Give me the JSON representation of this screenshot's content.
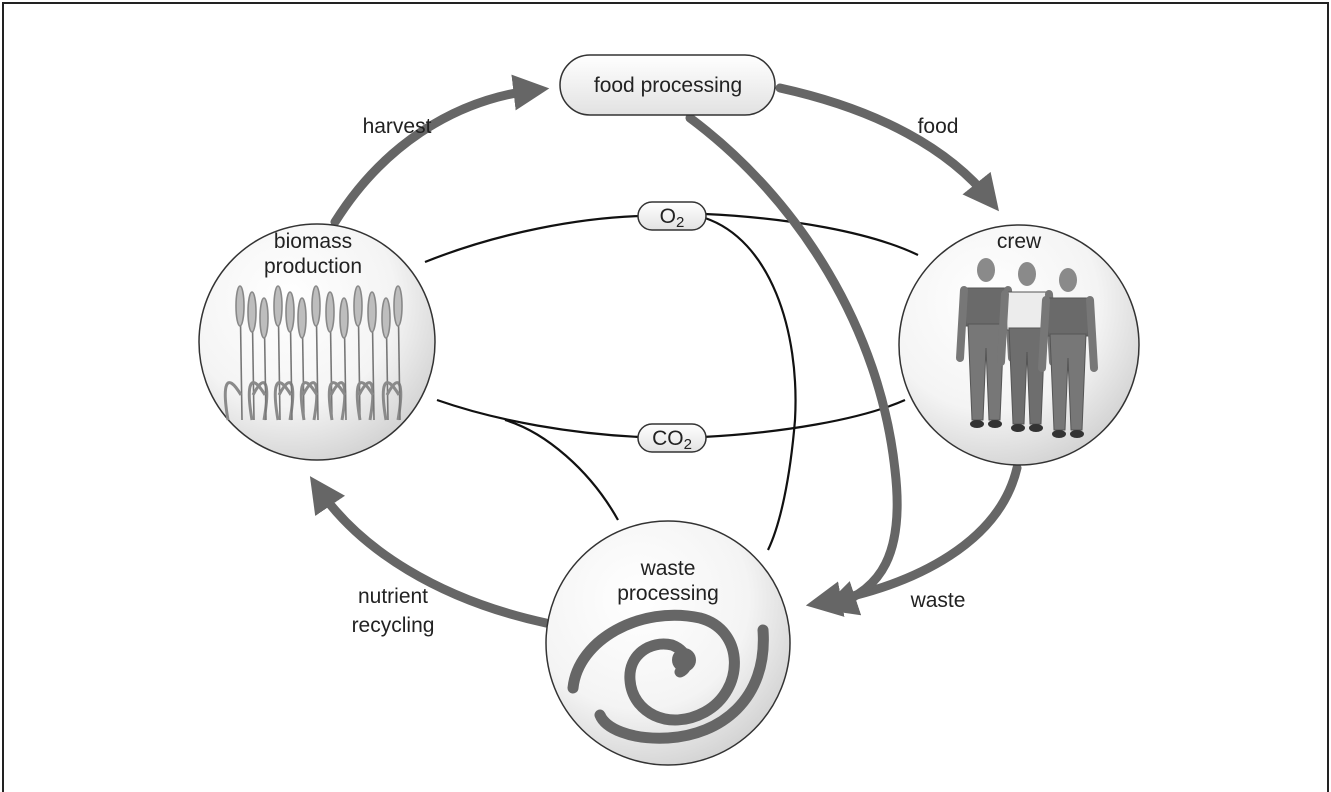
{
  "nodes": {
    "food_processing": "food processing",
    "biomass_line1": "biomass",
    "biomass_line2": "production",
    "crew": "crew",
    "waste_line1": "waste",
    "waste_line2": "processing"
  },
  "flows": {
    "harvest": "harvest",
    "food": "food",
    "waste": "waste",
    "nutrient_line1": "nutrient",
    "nutrient_line2": "recycling"
  },
  "gases": {
    "o2_main": "O",
    "o2_sub": "2",
    "co2_main": "CO",
    "co2_sub": "2"
  },
  "colors": {
    "arrow": "#666666",
    "line": "#111111",
    "node_fill_light": "#ffffff",
    "node_fill_dark": "#d4d4d4",
    "frame": "#222222"
  },
  "icons": {
    "biomass": "wheat-plants-icon",
    "crew": "crew-people-icon",
    "waste": "spiral-icon"
  }
}
